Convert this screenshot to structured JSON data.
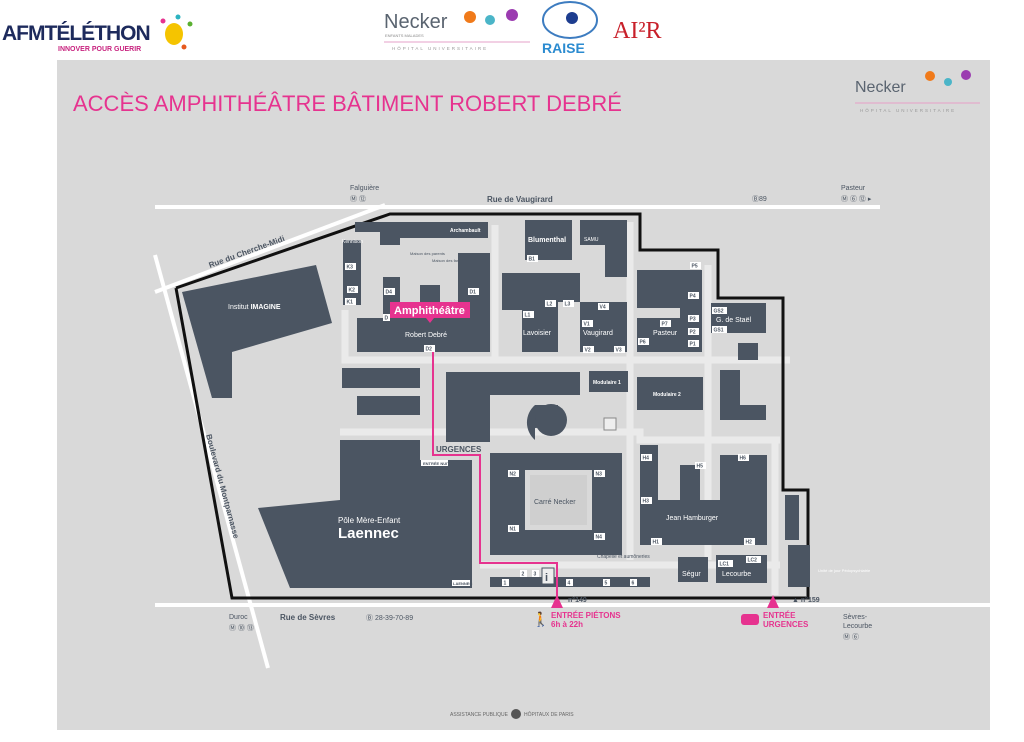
{
  "logos": {
    "afm": {
      "name": "AFMTÉLÉTHON",
      "tagline": "INNOVER POUR GUERIR"
    },
    "necker": {
      "name": "Necker",
      "sub": "ENFANTS MALADES",
      "sub2": "HÔPITAL UNIVERSITAIRE"
    },
    "raise": "RAISE",
    "ai2r": "AI²R",
    "aphp": {
      "left": "ASSISTANCE PUBLIQUE",
      "right": "HÔPITAUX DE PARIS"
    }
  },
  "map": {
    "title": "ACCÈS AMPHITHÉÂTRE BÂTIMENT ROBERT DEBRÉ",
    "streets": {
      "vaugirard": "Rue de Vaugirard",
      "sevres": "Rue de Sèvres",
      "cherche_midi": "Rue du Cherche-Midi",
      "montparnasse": "Boulevard du Montparnasse"
    },
    "transit": {
      "falguiere": {
        "name": "Falguière",
        "lines": "Ⓜ ⑫"
      },
      "pasteur": {
        "name": "Pasteur",
        "lines": "Ⓜ ⑥ ⑫ ▸"
      },
      "bus_vaugirard": "Ⓑ89",
      "duroc": {
        "name": "Duroc",
        "lines": "Ⓜ ⑩ ⑬"
      },
      "bus_sevres": "Ⓑ 28-39-70-89",
      "sevres_lecourbe": {
        "name1": "Sèvres-",
        "name2": "Lecourbe",
        "lines": "Ⓜ ⑥"
      }
    },
    "buildings": {
      "imagine_a": "Institut ",
      "imagine_b": "IMAGINE",
      "kennison": "Kennison",
      "archambault": "Archambault",
      "maison_parents": "Maison des parents",
      "maison_familles": "Maison des familles",
      "robert_debre": "Robert Debré",
      "blumenthal": "Blumenthal",
      "samu": "SAMU",
      "lavoisier": "Lavoisier",
      "vaugirard": "Vaugirard",
      "pasteur": "Pasteur",
      "de_stael": "G. de Staël",
      "modulaire1": "Modulaire 1",
      "modulaire2": "Modulaire 2",
      "laennec_sub": "Pôle Mère-Enfant",
      "laennec": "Laennec",
      "carre_necker": "Carré Necker",
      "jean_hamburger": "Jean Hamburger",
      "segur": "Ségur",
      "lecourbe": "Lecourbe",
      "chapelle": "Chapelle et aumôneries",
      "entree_nuit": "ENTRÉE NUIT",
      "laennec_tag": "LAENNEC",
      "unite_jour": "Unité de jour Pédopsychiatrie",
      "urgences": "URGENCES"
    },
    "door_tags": [
      "K3",
      "K2",
      "K1",
      "D4",
      "D1",
      "D",
      "D2",
      "B1",
      "L1",
      "L2",
      "L3",
      "V1",
      "V2",
      "V3",
      "V4",
      "P1",
      "P2",
      "P3",
      "P4",
      "P5",
      "P6",
      "P7",
      "GS1",
      "GS2",
      "N1",
      "N2",
      "N3",
      "N4",
      "H1",
      "H2",
      "H3",
      "H4",
      "H5",
      "H6",
      "LC1",
      "LC2",
      "1",
      "2",
      "3",
      "4",
      "5",
      "6"
    ],
    "amphitheatre": "Amphithéâtre",
    "street_numbers": {
      "n149": "n°149",
      "n159": "▲ n°159"
    },
    "entrance_pedestrian": {
      "label": "ENTRÉE PIÉTONS",
      "hours": "6h à 22h"
    },
    "entrance_emergency": {
      "label1": "ENTRÉE",
      "label2": "URGENCES"
    },
    "info_icon": "i"
  },
  "colors": {
    "accent": "#e6338f",
    "building": "#4b5562",
    "background": "#d9d9d9"
  }
}
